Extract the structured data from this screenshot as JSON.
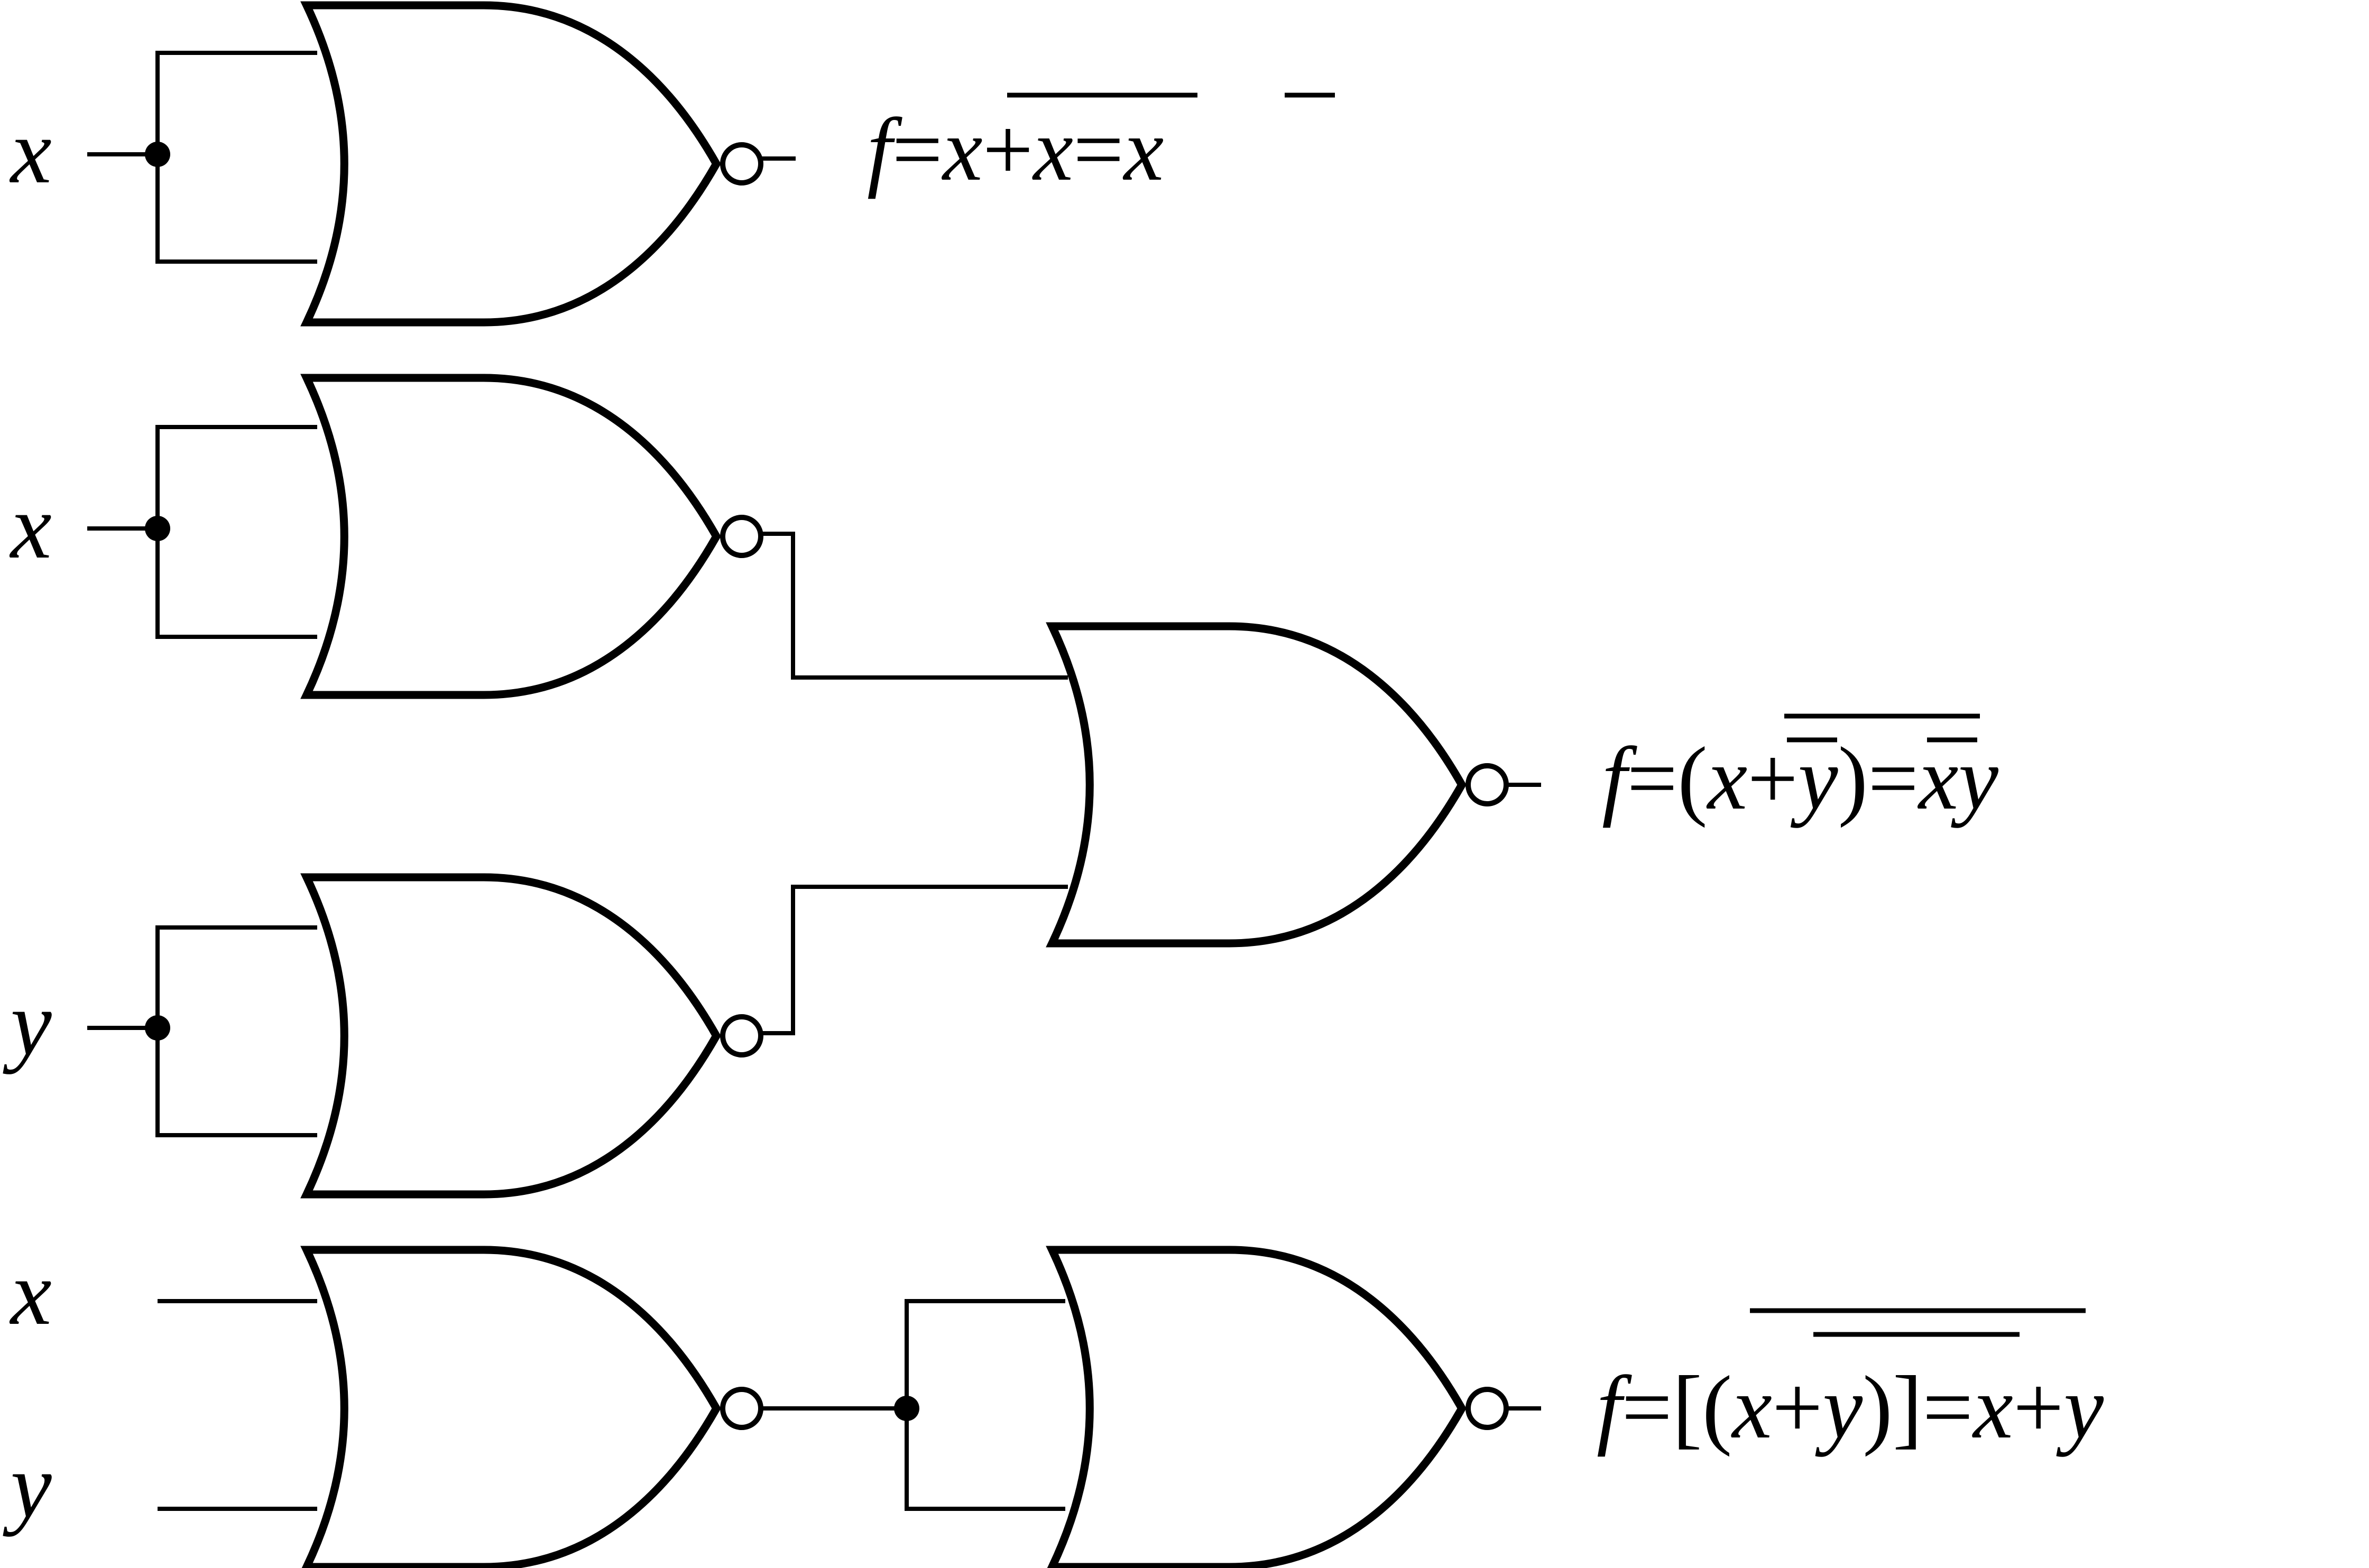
{
  "colors": {
    "ink": "#000000",
    "background": "#ffffff"
  },
  "inputs": {
    "circuit1_x": "x",
    "circuit2_x": "x",
    "circuit2_y": "y",
    "circuit3_x": "x",
    "circuit3_y": "y"
  },
  "formulas": {
    "not": {
      "lhs": "f",
      "eq1": "=",
      "a": "x",
      "plus": "+",
      "b": "x",
      "eq2": "=",
      "result": "x"
    },
    "and": {
      "lhs": "f",
      "eq1": "=",
      "lparen": "(",
      "a": "x",
      "plus": "+",
      "b": "y",
      "rparen": ")",
      "eq2": "=",
      "result": "xy"
    },
    "or": {
      "lhs": "f",
      "eq1": "=",
      "lbracket": "[",
      "lparen": "(",
      "a": "x",
      "plus": "+",
      "b": "y",
      "rparen": ")",
      "rbracket": "]",
      "eq2": "=",
      "result_a": "x",
      "result_plus": "+",
      "result_b": "y"
    }
  }
}
